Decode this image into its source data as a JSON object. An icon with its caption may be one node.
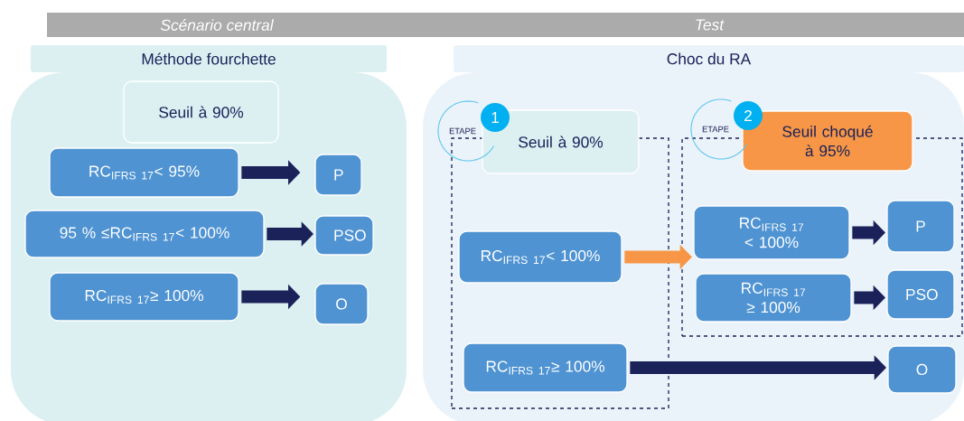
{
  "diagram": {
    "nodes": [
      {
        "text": [
          "Scénario central",
          "Test"
        ]
      },
      {
        "text": [
          "Méthode fourchette"
        ]
      },
      {
        "text": [
          "Seuil à 90%"
        ],
        "in": 1
      },
      {
        "text": [
          "RC$_{IFRS 17}$< 95%"
        ],
        "in": 1
      },
      {
        "text": [
          "P"
        ],
        "in": 1
      },
      {
        "text": [
          "95 % ≤RC$_{IFRS 17}$< 100%"
        ],
        "in": 1
      },
      {
        "text": [
          "PSO"
        ],
        "in": 1
      },
      {
        "text": [
          "RC$_{IFRS 17}$≥ 100%"
        ],
        "in": 1
      },
      {
        "text": [
          "O"
        ],
        "in": 1
      },
      {
        "text": [
          "Choc du RA"
        ]
      },
      {
        "text": [
          "1"
        ],
        "beside": [
          "ETAPE"
        ],
        "in": 9
      },
      {
        "text": [
          "Seuil à 90%"
        ],
        "in": 9
      },
      {
        "text": [],
        "shape": "box",
        "in": 9
      },
      {
        "text": [
          "RC$_{IFRS 17}$< 100%"
        ],
        "in": 12
      },
      {
        "text": [
          "RC$_{IFRS 17}$≥ 100%"
        ],
        "in": 12
      },
      {
        "text": [
          "2"
        ],
        "beside": [
          "ETAPE"
        ],
        "in": 9
      },
      {
        "text": [
          "Seuil choqué à 95%"
        ],
        "in": 9
      },
      {
        "text": [],
        "shape": "box",
        "in": 9
      },
      {
        "text": [
          "RC$_{IFRS 17}$ < 100%"
        ],
        "in": 17
      },
      {
        "text": [
          "P"
        ],
        "in": 17
      },
      {
        "text": [
          "RC$_{IFRS 17}$ ≥ 100%"
        ],
        "in": 17
      },
      {
        "text": [
          "PSO"
        ],
        "in": 17
      },
      {
        "text": [
          "O"
        ],
        "in": 9
      }
    ],
    "edges": [
      {
        "from": 3,
        "to": 4,
        "arrow": "to"
      },
      {
        "from": 5,
        "to": 6,
        "arrow": "to"
      },
      {
        "from": 7,
        "to": 8,
        "arrow": "to"
      },
      {
        "from": 13,
        "to": 18,
        "arrow": "to",
        "color": "#f79646"
      },
      {
        "from": 18,
        "to": 19,
        "arrow": "to"
      },
      {
        "from": 20,
        "to": 21,
        "arrow": "to"
      },
      {
        "from": 14,
        "to": 22,
        "arrow": "to"
      }
    ]
  }
}
